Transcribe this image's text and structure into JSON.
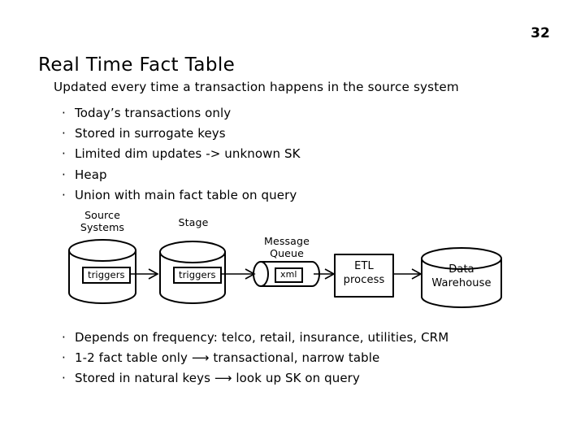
{
  "slide": {
    "page_number": "32",
    "title": "Real Time Fact Table",
    "subtitle": "Updated every time a transaction happens in the source system",
    "bullet_char": "·",
    "top_bullets": [
      "Today’s transactions only",
      "Stored in surrogate keys",
      "Limited dim updates -> unknown SK",
      "Heap",
      "Union with main fact table on query"
    ],
    "bottom_bullets": [
      "Depends on frequency: telco, retail, insurance, utilities, CRM",
      "1-2 fact table only ⟶ transactional, narrow table",
      "Stored in natural keys ⟶ look up SK on query"
    ]
  },
  "diagram": {
    "labels": {
      "source_systems_line1": "Source",
      "source_systems_line2": "Systems",
      "stage": "Stage",
      "message_queue_line1": "Message",
      "message_queue_line2": "Queue"
    },
    "nodes": {
      "source_trigger": "triggers",
      "stage_trigger": "triggers",
      "queue_payload": "xml",
      "etl_line1": "ETL",
      "etl_line2": "process",
      "warehouse_line1": "Data",
      "warehouse_line2": "Warehouse"
    },
    "stroke_color": "#000000",
    "fill_color": "#ffffff"
  }
}
